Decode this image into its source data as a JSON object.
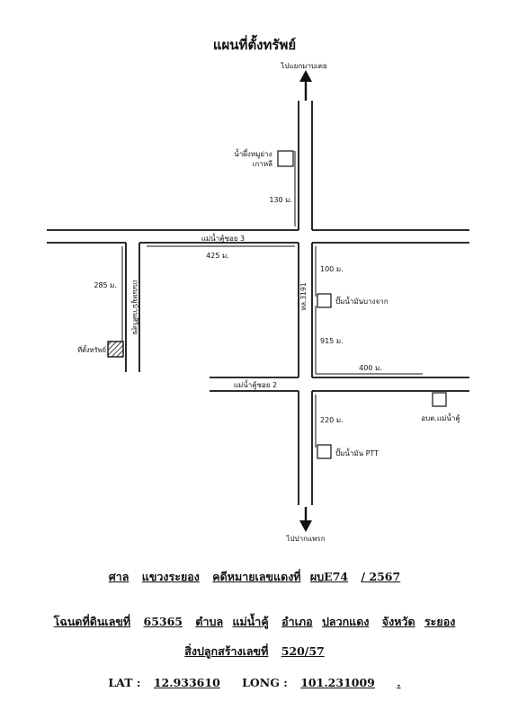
{
  "title": "แผนที่ตั้งทรัพย์",
  "map": {
    "direction_top": "ไปแยกมาบเตย",
    "direction_bottom": "ไปปากแพรก",
    "road_soi3": "แม่น้ำคู้ซอย 3",
    "road_soi2": "แม่น้ำคู้ซอย 2",
    "road_highway": "ทล.3191",
    "road_village": "ถนนหมู่บ้านศิริสุข",
    "landmark_pork": "น้ำผึ้งหมูย่าง\nเกาหลี",
    "landmark_fuel1": "ปั๊มน้ำมันบางจาก",
    "landmark_obt": "อบต.แม่น้ำคู้",
    "landmark_ptt": "ปั๊มน้ำมัน PTT",
    "property_label": "ที่ตั้งทรัพย์",
    "dist_130": "130 ม.",
    "dist_425": "425 ม.",
    "dist_285": "285 ม.",
    "dist_100": "100 ม.",
    "dist_915": "915 ม.",
    "dist_400": "400 ม.",
    "dist_220": "220 ม."
  },
  "footer": {
    "court_label": "ศาล",
    "court_name": "แขวงระยอง",
    "case_label": "คดีหมายเลขแดงที่",
    "case_number": "ผบE74",
    "case_year": "/ 2567",
    "deed_label": "โฉนดที่ดินเลขที่",
    "deed_number": "65365",
    "tambon_label": "ตำบล",
    "tambon": "แม่น้ำคู้",
    "amphoe_label": "อำเภอ",
    "amphoe": "ปลวกแดง",
    "province_label": "จังหวัด",
    "province": "ระยอง",
    "building_label": "สิ่งปลูกสร้างเลขที่",
    "building_number": "520/57",
    "lat_label": "LAT :",
    "lat": "12.933610",
    "long_label": "LONG :",
    "long": "101.231009",
    "trail": "."
  },
  "colors": {
    "ink": "#111111",
    "paper": "#ffffff"
  }
}
